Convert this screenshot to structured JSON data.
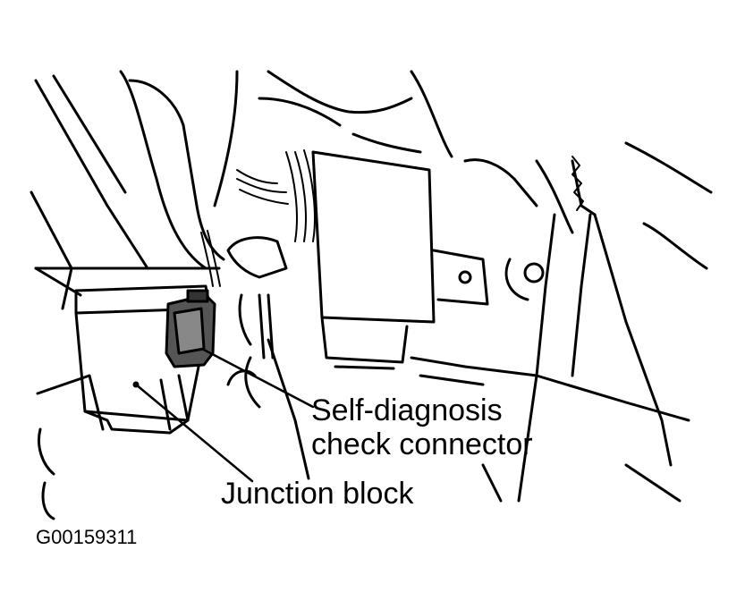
{
  "labels": {
    "connector_line1": "Self-diagnosis",
    "connector_line2": "check connector",
    "junction_block": "Junction block",
    "figure_id": "G00159311"
  }
}
